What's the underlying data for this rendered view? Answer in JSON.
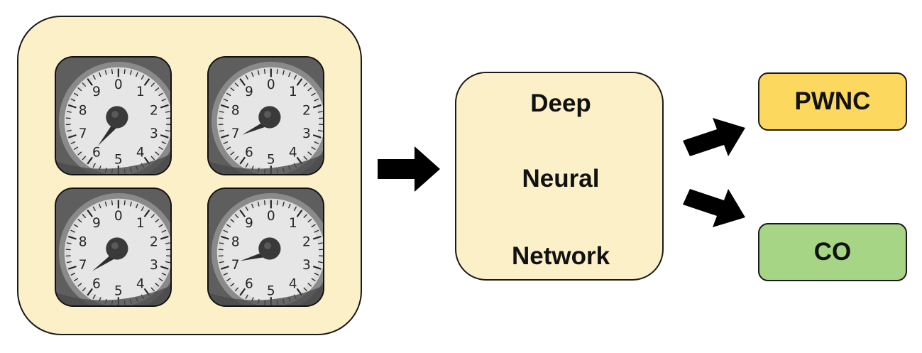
{
  "diagram": {
    "input_label": "",
    "dnn_words": [
      "Deep",
      "Neural",
      "Network"
    ],
    "outputs": [
      {
        "label": "PWNC",
        "color": "#fcd95e"
      },
      {
        "label": "CO",
        "color": "#a6d585"
      }
    ],
    "colors": {
      "panel_fill": "#fbf0c8",
      "outline": "#1a1a1a",
      "arrow": "#000000"
    },
    "dial_numerals": [
      "9",
      "0",
      "1",
      "2",
      "3",
      "4",
      "5",
      "6",
      "7",
      "8"
    ]
  }
}
